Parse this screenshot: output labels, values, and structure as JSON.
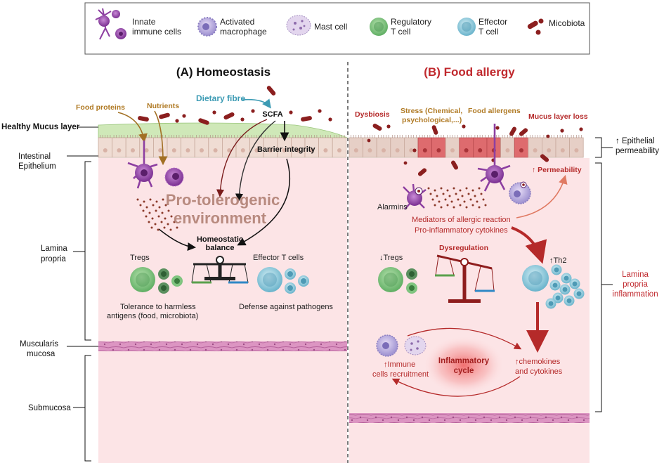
{
  "legend": {
    "innate": [
      "Innate",
      "immune cells"
    ],
    "macrophage": [
      "Activated",
      "macrophage"
    ],
    "mast": "Mast cell",
    "treg": [
      "Regulatory",
      "T cell"
    ],
    "effector": [
      "Effector",
      "T cell"
    ],
    "microbiota": "Micobiota"
  },
  "panel_a": {
    "title": "(A) Homeostasis",
    "food_proteins": "Food proteins",
    "nutrients": "Nutrients",
    "dietary_fibre": "Dietary fibre",
    "scfa": "SCFA",
    "barrier_integrity": "Barrier integrity",
    "pro_tolerogenic": [
      "Pro-tolerogenic",
      "environment"
    ],
    "homeostatic_balance": [
      "Homeostatic",
      "balance"
    ],
    "tregs": "Tregs",
    "effector_t_cells": "Effector T cells",
    "tolerance": [
      "Tolerance to harmless",
      "antigens (food, microbiota)"
    ],
    "defense": "Defense against pathogens"
  },
  "panel_b": {
    "title": "(B) Food allergy",
    "dysbiosis": "Dysbiosis",
    "stress": [
      "Stress (Chemical,",
      "psychological,...)"
    ],
    "food_allergens": "Food allergens",
    "mucus_loss": "Mucus layer loss",
    "permeability": "↑ Permeability",
    "alarmins": "Alarmins",
    "mediators": [
      "Mediators of allergic reaction",
      "Pro-inflammatory cytokines"
    ],
    "dysregulation": "Dysregulation",
    "tregs_down": "↓Tregs",
    "th2_up": "↑Th2",
    "immune_recruit": [
      "↑Immune",
      "cells recruitment"
    ],
    "inflammatory_cycle": [
      "Inflammatory",
      "cycle"
    ],
    "chemokines": [
      "↑chemokines",
      "and cytokines"
    ]
  },
  "side_labels": {
    "healthy_mucus": "Healthy Mucus layer",
    "intestinal_epithelium": [
      "Intestinal",
      "Epithelium"
    ],
    "lamina_propria": [
      "Lamina",
      "propria"
    ],
    "muscularis": [
      "Muscularis",
      "mucosa"
    ],
    "submucosa": "Submucosa",
    "epithelial_permeability": [
      "↑ Epithelial",
      "permeability"
    ],
    "lp_inflammation": [
      "Lamina",
      "propria",
      "inflammation"
    ]
  },
  "colors": {
    "tissue": "#fce4e6",
    "mucus": "#cfe8b8",
    "epithelium": "#efdcd3",
    "damaged_cell": "#de6b6e",
    "muscle": "#d98dbf",
    "microbiota": "#8b1f1f",
    "innate_cell": "#8d3fa1",
    "treg": "#7fc47f",
    "effector": "#8ecbdc",
    "red_text": "#c0282d",
    "gold_text": "#b07a24",
    "teal_text": "#3c9bb4",
    "pro_tolerogenic_text": "#b88a7f"
  }
}
